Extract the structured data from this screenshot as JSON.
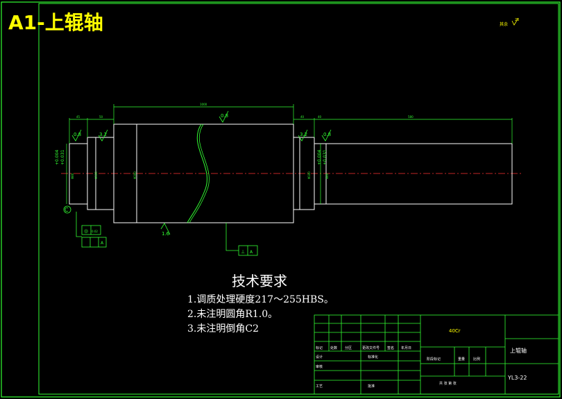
{
  "sheet": {
    "title": "A1-上辊轴",
    "corner_note": "其余",
    "corner_roughness": "25"
  },
  "dimensions": {
    "length_total_right": "580",
    "length_body": "1000",
    "length_left_a": "45",
    "length_left_b": "50",
    "length_right_a": "40",
    "length_right_b": "40",
    "tol_left_upper": "+0.004",
    "tol_left_lower": "+0.031",
    "tol_right_upper": "+0.004",
    "tol_right_lower": "+0.031",
    "dia_left_end": "Φ80",
    "dia_left_shoulder": "Φ100",
    "dia_body": "Φ300",
    "dia_right_shoulder": "Φ100",
    "dia_right_journal": "Φ80"
  },
  "roughness": {
    "r1": "0.8",
    "r2": "3.2",
    "r3": "0.8",
    "r4": "3.2",
    "r5": "0.8",
    "r6": "1.6"
  },
  "datum": {
    "label": "C",
    "frame_a": [
      "◎",
      "0.02",
      "A"
    ],
    "frame_b": [
      "⊥",
      "A"
    ]
  },
  "tech_req": {
    "heading": "技术要求",
    "items": [
      "1.调质处理硬度217～255HBS。",
      "2.未注明圆角R1.0。",
      "3.未注明倒角C2"
    ]
  },
  "title_block": {
    "material": "40Cr",
    "part_name": "上辊轴",
    "drawing_no": "YL3-22",
    "row_labels": [
      "标记",
      "处数",
      "分区",
      "更改文件号",
      "签名",
      "年月日"
    ],
    "design": "设计",
    "standard": "标准化",
    "check": "审核",
    "process": "工艺",
    "approve": "批准",
    "stage": "阶段标记",
    "weight": "重量",
    "scale": "比例",
    "sheets": "共 张  第 张"
  },
  "colors": {
    "frame": "#33ff33",
    "part": "#ffffff",
    "dim": "#33ff33",
    "centerline": "#ff3333",
    "title": "#ffff00",
    "tech": "#ffffff"
  }
}
